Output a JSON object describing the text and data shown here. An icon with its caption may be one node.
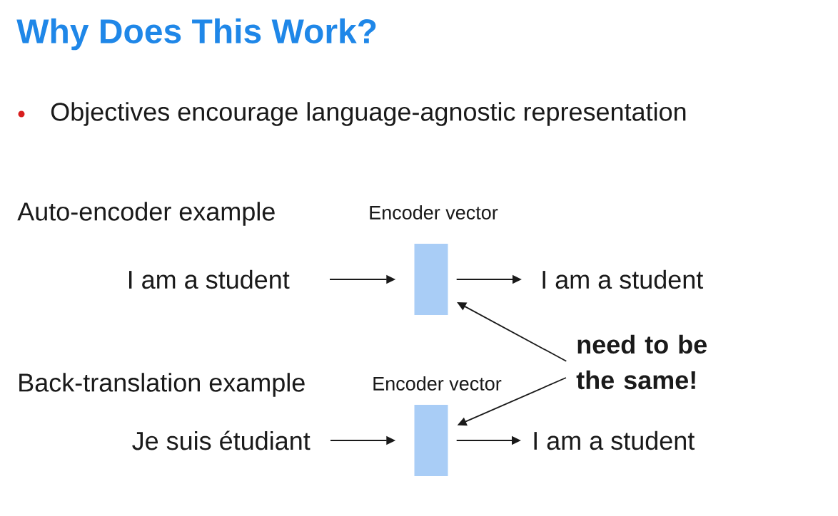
{
  "diagram": {
    "title": "Why Does This Work?",
    "nodes": [
      {
        "text": [
          "I am a student"
        ]
      },
      {
        "text": [],
        "shape": "bar",
        "beside": [
          "Encoder vector"
        ]
      },
      {
        "text": [
          "I am a student"
        ]
      },
      {
        "text": [
          "need to be the same!"
        ]
      },
      {
        "text": [
          "Je suis étudiant"
        ]
      },
      {
        "text": [],
        "shape": "bar",
        "beside": [
          "Encoder vector"
        ]
      },
      {
        "text": [
          "I am a student"
        ]
      }
    ],
    "edges": [
      {
        "from": 0,
        "to": 1,
        "arrow": "to"
      },
      {
        "from": 1,
        "to": 2,
        "arrow": "to"
      },
      {
        "from": 3,
        "to": 1,
        "arrow": "to"
      },
      {
        "from": 3,
        "to": 5,
        "arrow": "to"
      },
      {
        "from": 4,
        "to": 5,
        "arrow": "to"
      },
      {
        "from": 5,
        "to": 6,
        "arrow": "to"
      }
    ],
    "labels": [
      "Objectives encourage language-agnostic representation",
      "Auto-encoder example",
      "Back-translation example"
    ]
  }
}
